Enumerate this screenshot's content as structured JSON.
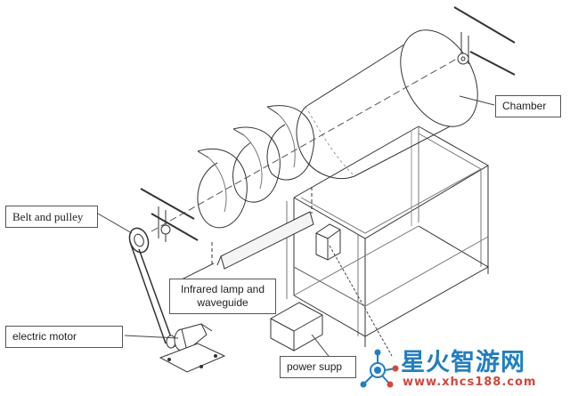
{
  "labels": {
    "chamber": "Chamber",
    "belt_and_pulley": "Belt and pulley",
    "infrared_lamp": "Infrared lamp and waveguide",
    "electric_motor": "electric motor",
    "power_supply": "power supp"
  },
  "watermark": {
    "title": "星火智游网",
    "url": "www.xhcs188.com"
  },
  "colors": {
    "line": "#333333",
    "callout_border": "#555555",
    "watermark_blue": "#1f7fc4",
    "watermark_red": "#d4453b"
  }
}
